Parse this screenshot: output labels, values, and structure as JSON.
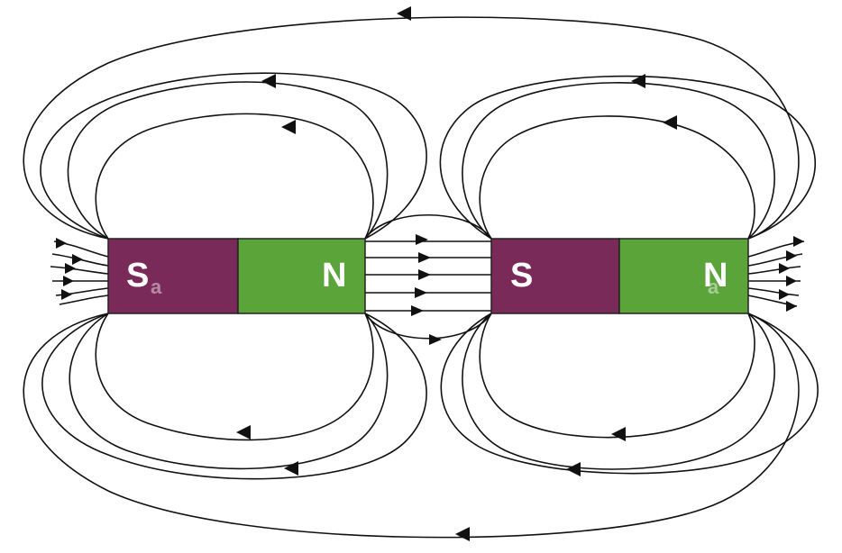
{
  "colors": {
    "south_pole": "#7a2a58",
    "north_pole": "#5aa43a",
    "field_line": "#111111",
    "background": "#ffffff"
  },
  "magnets": [
    {
      "south_label": "S",
      "north_label": "N"
    },
    {
      "south_label": "S",
      "north_label": "N"
    }
  ],
  "watermark": {
    "text": "a"
  }
}
